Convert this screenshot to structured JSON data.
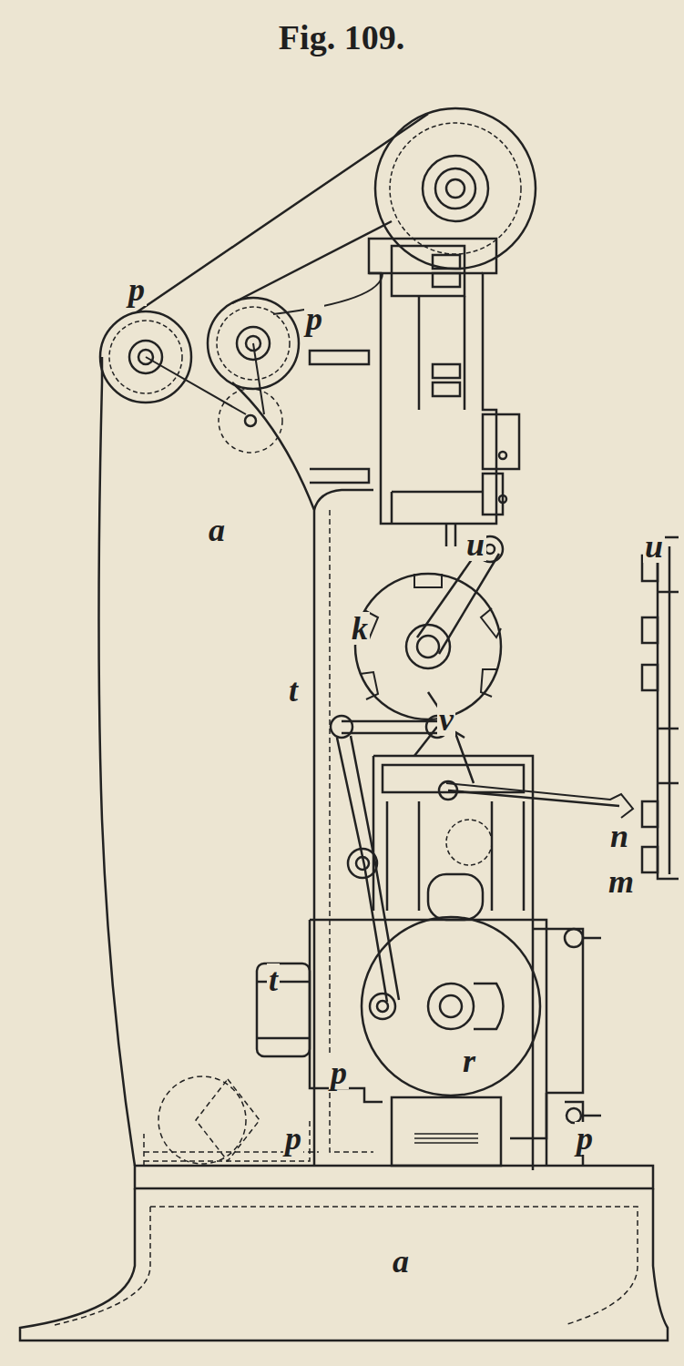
{
  "diagram": {
    "title": "Fig. 109.",
    "labels": [
      "p",
      "p",
      "a",
      "u",
      "u",
      "k",
      "v",
      "t",
      "n",
      "m",
      "t",
      "p",
      "r",
      "p",
      "p",
      "a"
    ]
  }
}
